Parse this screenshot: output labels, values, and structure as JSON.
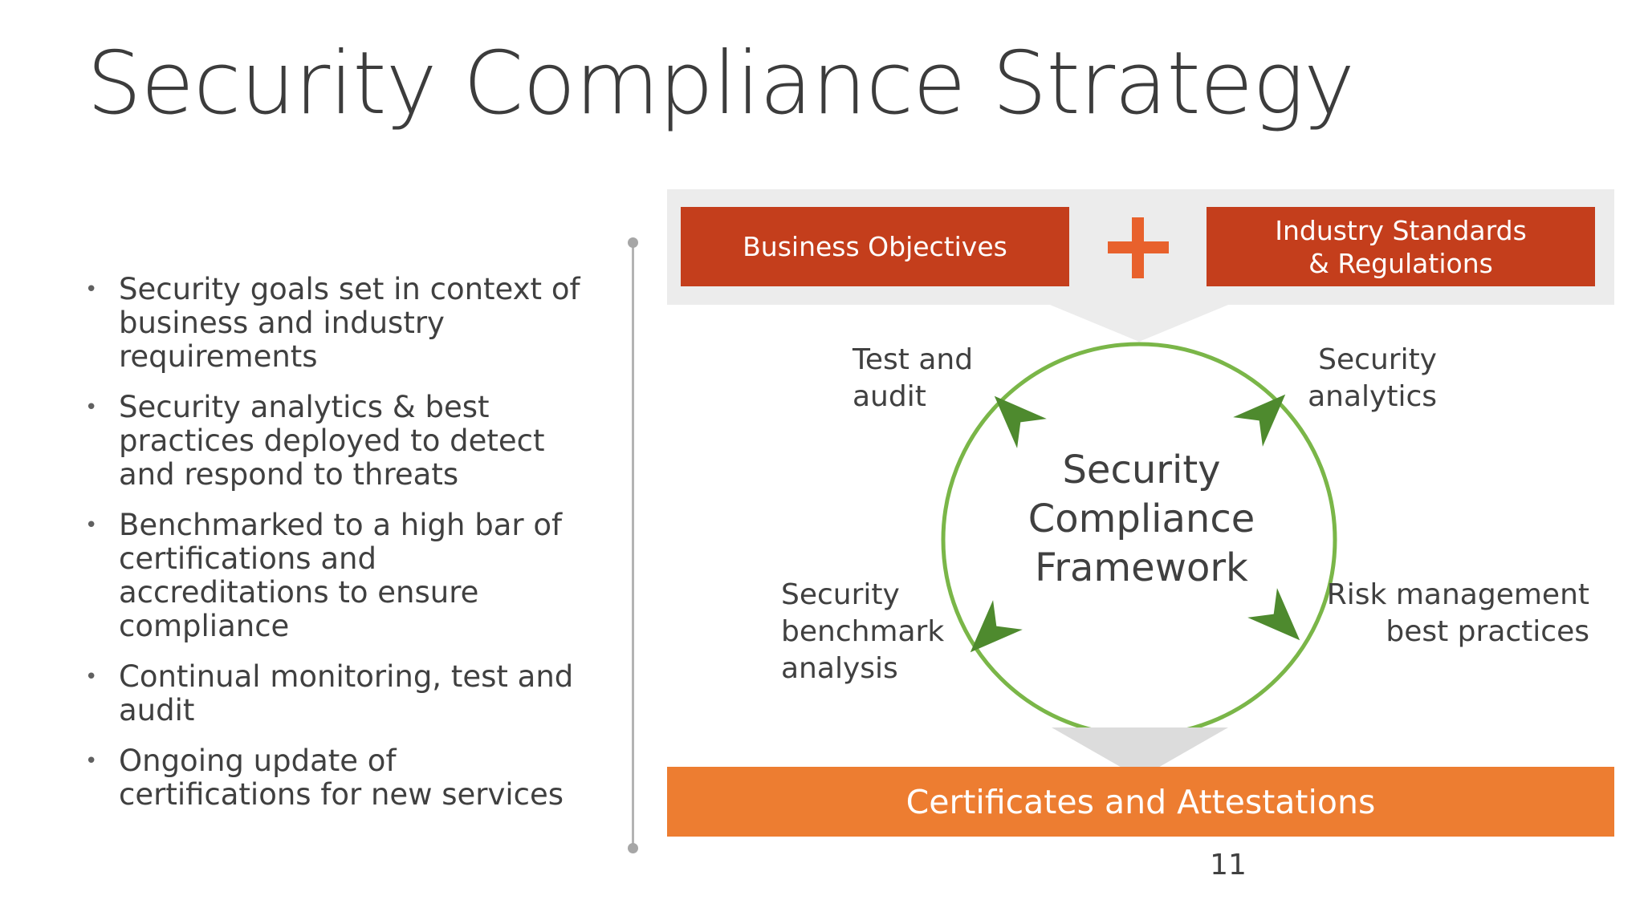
{
  "slide": {
    "title": "Security Compliance Strategy",
    "page_number": "11"
  },
  "bullets": [
    "Security goals set in context of business and industry requirements",
    "Security analytics & best practices deployed to detect and respond to threats",
    "Benchmarked to a high bar of certifications and accreditations to ensure compliance",
    "Continual monitoring, test and audit",
    "Ongoing update of certifications for new services"
  ],
  "diagram": {
    "inputs": {
      "left": "Business Objectives",
      "right_line1": "Industry Standards",
      "right_line2": "& Regulations",
      "plus_icon": "plus-icon"
    },
    "center": {
      "line1": "Security",
      "line2": "Compliance",
      "line3": "Framework"
    },
    "cycle_labels": {
      "top_left_line1": "Test and",
      "top_left_line2": "audit",
      "top_right_line1": "Security",
      "top_right_line2": "analytics",
      "bottom_right_line1": "Risk management",
      "bottom_right_line2": "best practices",
      "bottom_left_line1": "Security",
      "bottom_left_line2": "benchmark",
      "bottom_left_line3": "analysis"
    },
    "output": "Certificates and Attestations",
    "colors": {
      "input_box": "#c43e1c",
      "plus": "#e8612c",
      "output_box": "#ed7d31",
      "panel": "#ececec",
      "circle": "#7ab648",
      "arrow": "#4e8a2e"
    }
  }
}
